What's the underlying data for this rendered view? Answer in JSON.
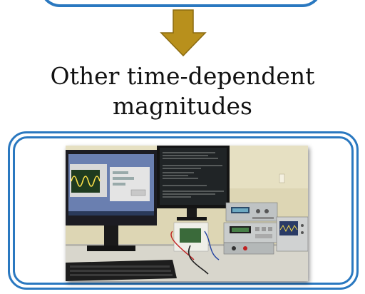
{
  "caption": {
    "line1": "Other time-dependent",
    "line2": "magnitudes"
  },
  "arrow": {
    "icon": "down-arrow-icon",
    "color": "#b8901c"
  },
  "frame": {
    "border_color": "#2a78c0"
  },
  "photo": {
    "description_icon": "lab-bench-photo",
    "monitor_screen_text_sample": ""
  }
}
